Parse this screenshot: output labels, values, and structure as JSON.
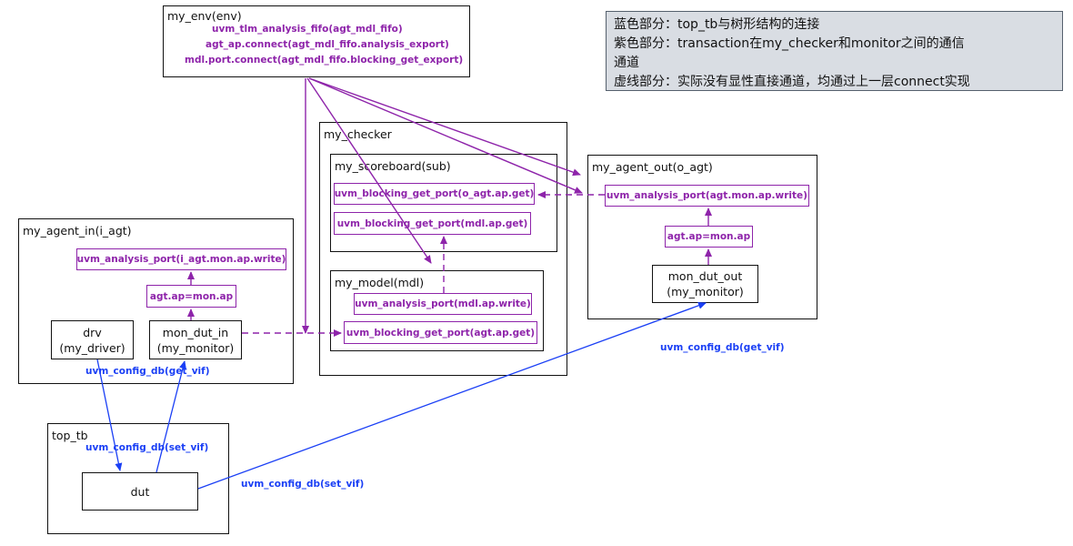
{
  "legend": {
    "line1": "蓝色部分：top_tb与树形结构的连接",
    "line2": "紫色部分：transaction在my_checker和monitor之间的通信",
    "line3": "通道",
    "line4": "虚线部分：实际没有显性直接通道，均通过上一层connect实现"
  },
  "env": {
    "title": "my_env(env)",
    "fifo_line": "uvm_tlm_analysis_fifo(agt_mdl_fifo)",
    "connect_line1": "agt_ap.connect(agt_mdl_fifo.analysis_export)",
    "connect_line2": "mdl.port.connect(agt_mdl_fifo.blocking_get_export)"
  },
  "checker": {
    "title": "my_checker",
    "scoreboard": {
      "title": "my_scoreboard(sub)",
      "port1": "uvm_blocking_get_port(o_agt.ap.get)",
      "port2": "uvm_blocking_get_port(mdl.ap.get)"
    },
    "model": {
      "title": "my_model(mdl)",
      "port1": "uvm_analysis_port(mdl.ap.write)",
      "port2": "uvm_blocking_get_port(agt.ap.get)"
    }
  },
  "agent_out": {
    "title": "my_agent_out(o_agt)",
    "analysis_port": "uvm_analysis_port(agt.mon.ap.write)",
    "ap_assign": "agt.ap=mon.ap",
    "monitor_line1": "mon_dut_out",
    "monitor_line2": "(my_monitor)"
  },
  "agent_in": {
    "title": "my_agent_in(i_agt)",
    "analysis_port": "uvm_analysis_port(i_agt.mon.ap.write)",
    "ap_assign": "agt.ap=mon.ap",
    "driver_line1": "drv",
    "driver_line2": "(my_driver)",
    "monitor_line1": "mon_dut_in",
    "monitor_line2": "(my_monitor)",
    "config_get": "uvm_config_db(get_vif)"
  },
  "top": {
    "title": "top_tb",
    "config_set": "uvm_config_db(set_vif)",
    "dut": "dut"
  },
  "labels": {
    "config_get_out": "uvm_config_db(get_vif)",
    "config_set_out": "uvm_config_db(set_vif)"
  },
  "colors": {
    "purple": "#8e24aa",
    "blue": "#1a3ff5",
    "legend_bg": "#d9dde3"
  }
}
